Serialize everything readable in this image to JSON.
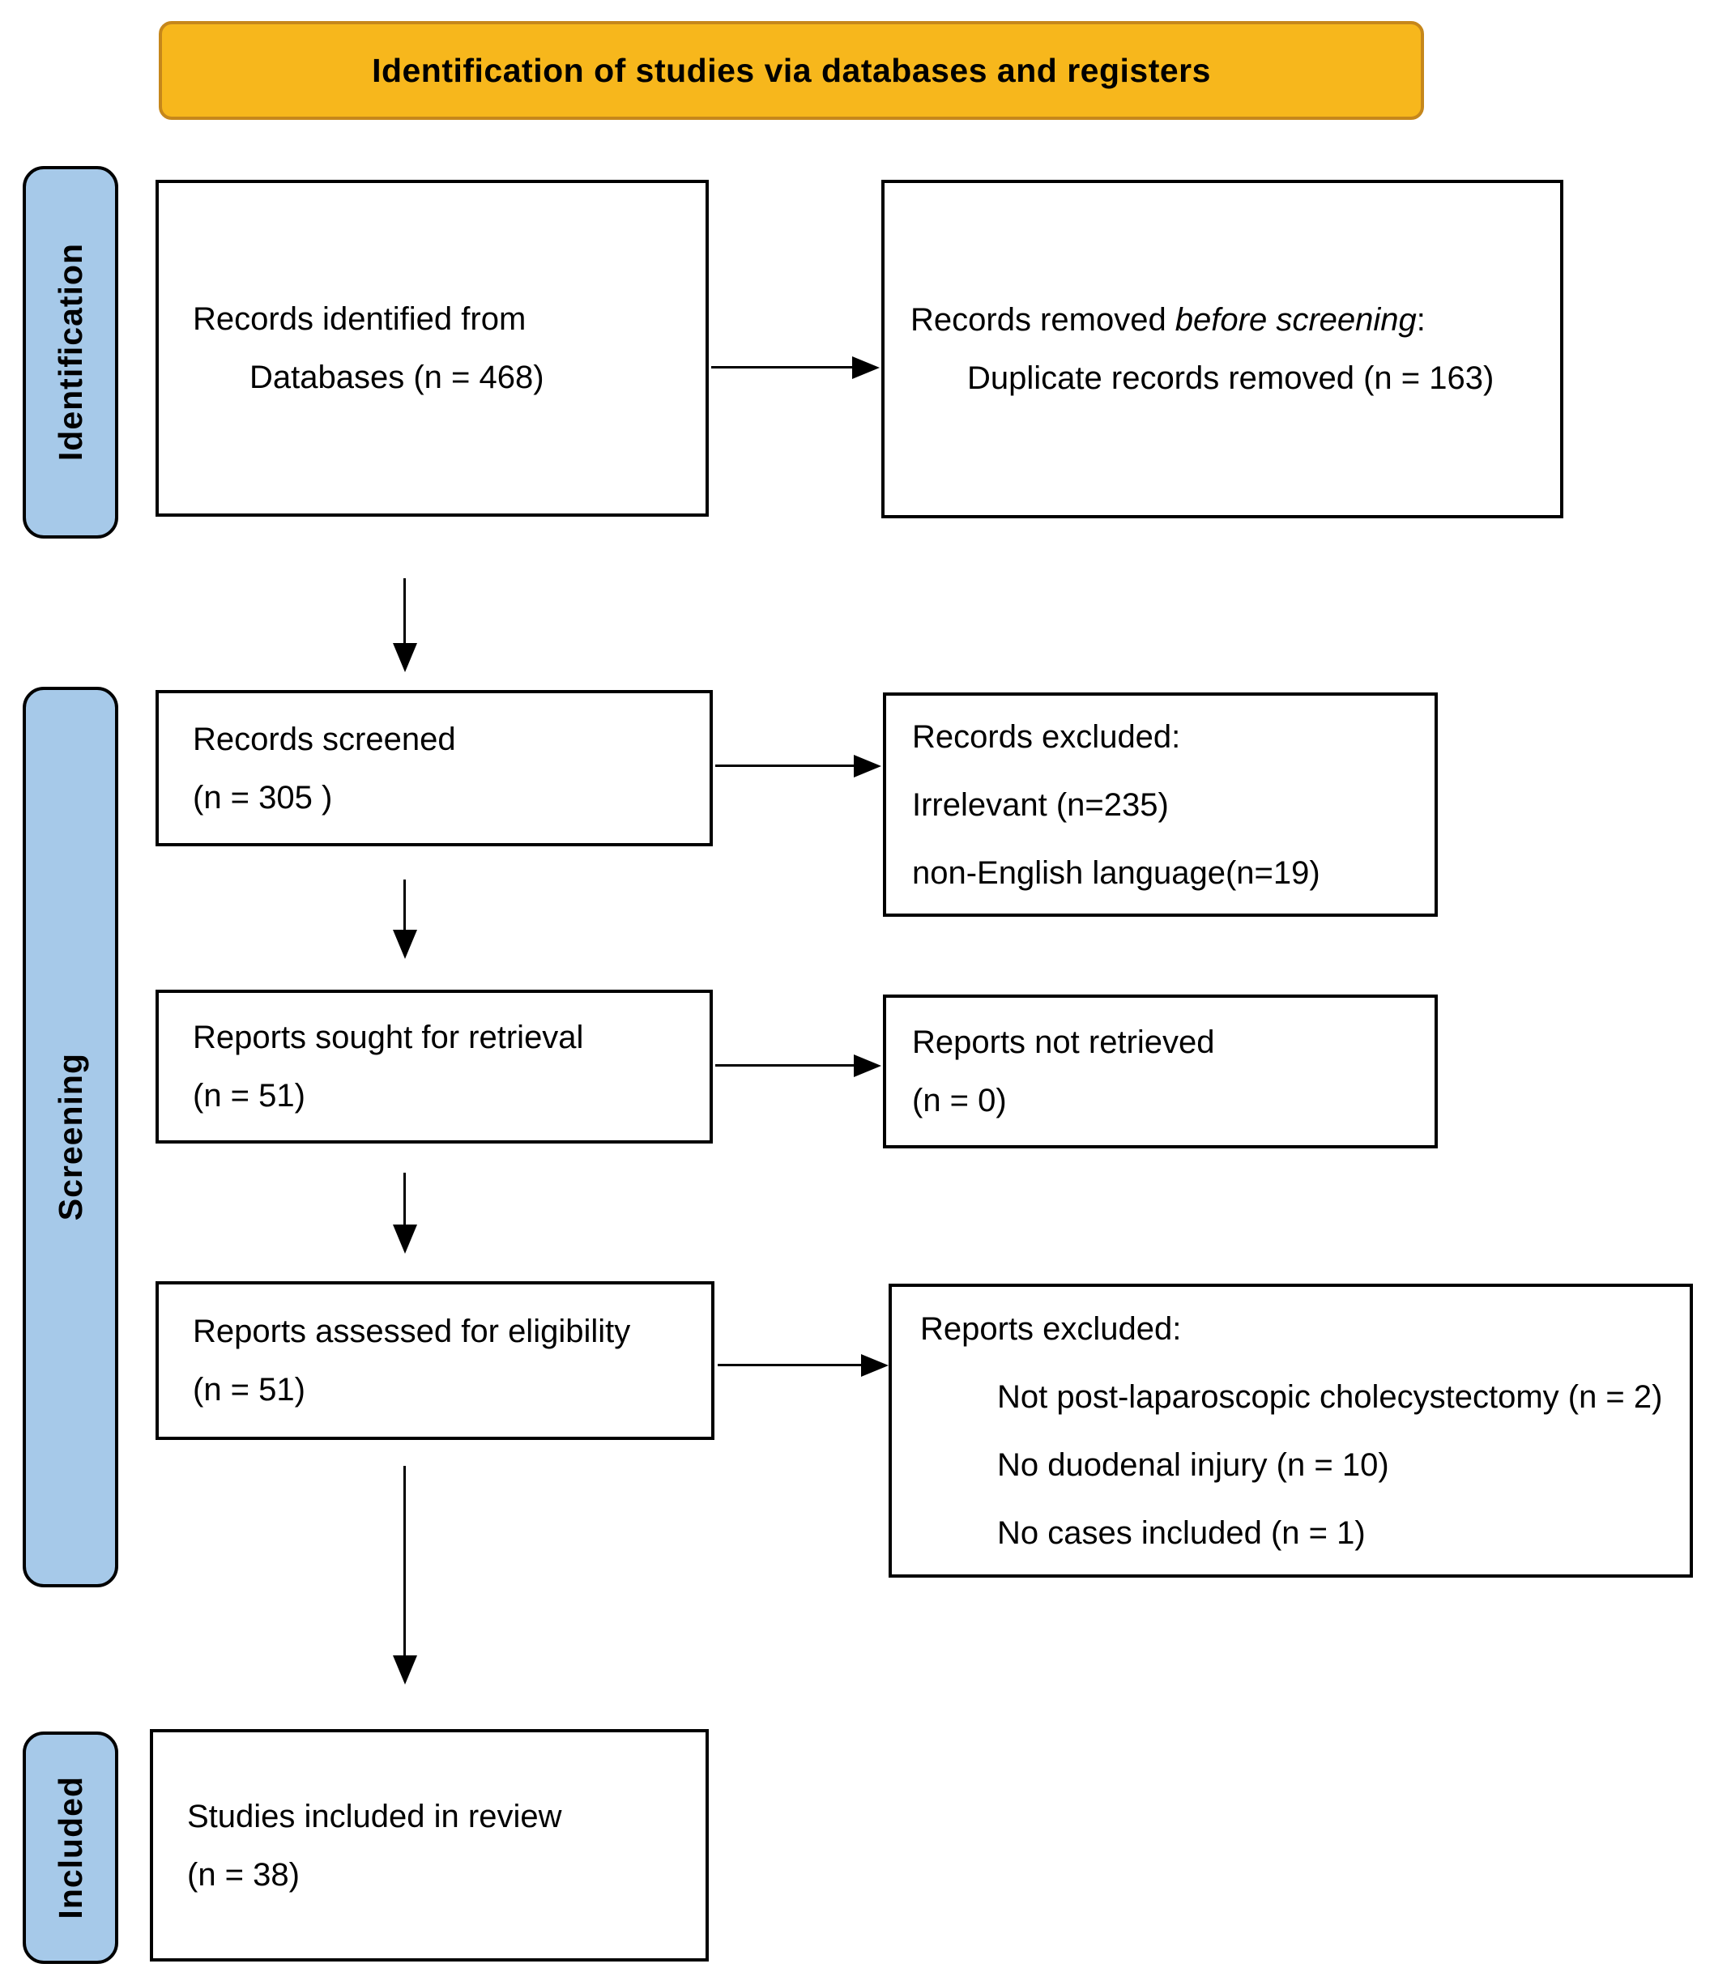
{
  "banner": {
    "label": "Identification of studies via databases and registers"
  },
  "stages": {
    "identification": "Identification",
    "screening": "Screening",
    "included": "Included"
  },
  "boxes": {
    "records_identified": {
      "line1": "Records identified from",
      "line2": "Databases (n = 468)"
    },
    "records_removed": {
      "line1_regular": "Records removed ",
      "line1_italic": "before screening",
      "line1_colon": ":",
      "line2": "Duplicate records removed (n = 163)"
    },
    "records_screened": {
      "line1": "Records screened",
      "line2": "(n = 305 )"
    },
    "records_excluded": {
      "line1": "Records excluded:",
      "line2": "Irrelevant (n=235)",
      "line3": "non-English language(n=19)"
    },
    "reports_sought": {
      "line1": "Reports sought for retrieval",
      "line2": "(n = 51)"
    },
    "reports_not_retrieved": {
      "line1": "Reports not retrieved",
      "line2": "(n = 0)"
    },
    "reports_assessed": {
      "line1": "Reports assessed for eligibility",
      "line2": "(n = 51)"
    },
    "reports_excluded": {
      "line1": "Reports excluded:",
      "line2": "Not post-laparoscopic cholecystectomy (n = 2)",
      "line3": "No duodenal injury (n = 10)",
      "line4": "No cases included (n = 1)"
    },
    "studies_included": {
      "line1": "Studies included in review",
      "line2": "(n = 38)"
    }
  },
  "colors": {
    "banner_fill": "#F7B71C",
    "banner_border": "#C6871B",
    "stage_fill": "#A6C9E9",
    "box_border": "#000000",
    "arrow": "#000000",
    "text": "#000000",
    "background": "#FFFFFF"
  }
}
